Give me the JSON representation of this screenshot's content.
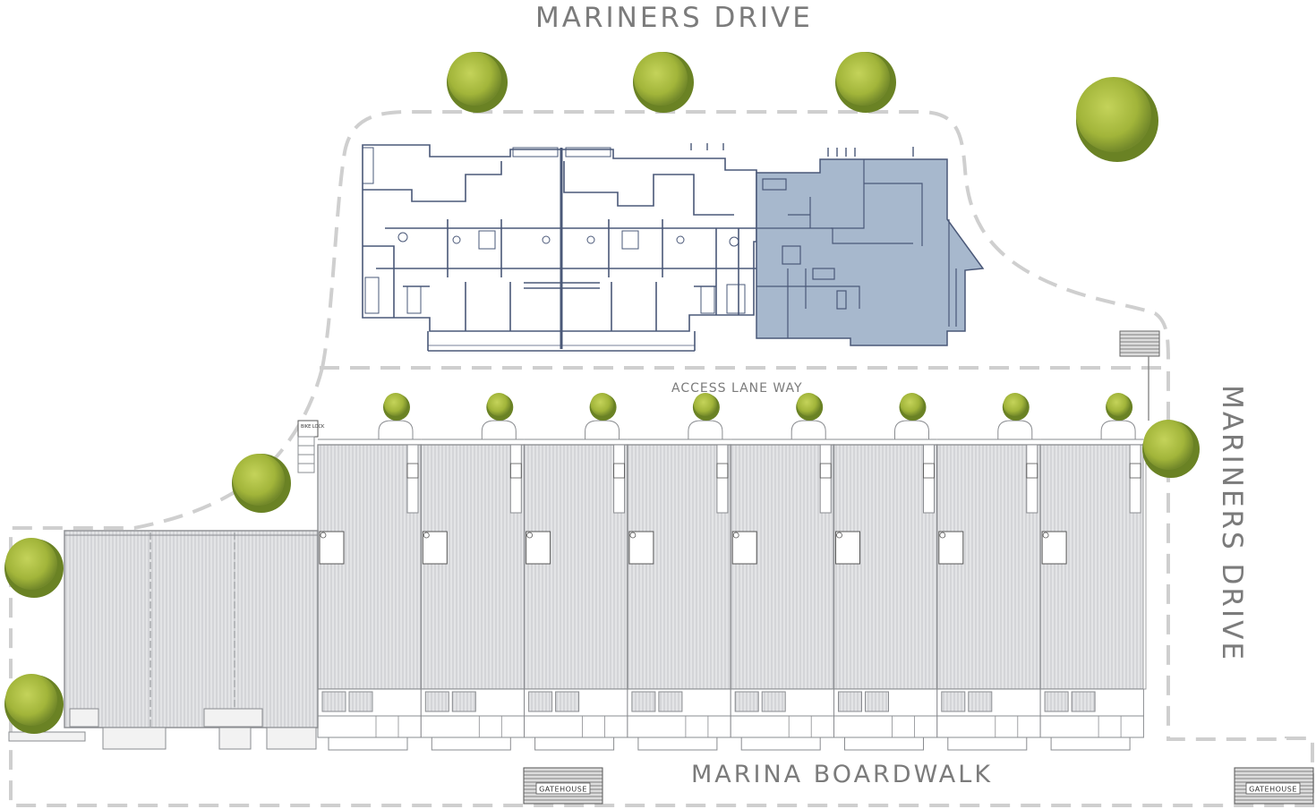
{
  "labels": {
    "street_top": "MARINERS DRIVE",
    "street_right": "MARINERS DRIVE",
    "street_bottom": "MARINA BOARDWALK",
    "lane": "ACCESS LANE WAY",
    "gatehouse_left": "GATEHOUSE",
    "gatehouse_right": "GATEHOUSE",
    "small_sign": "BIKE LOCK"
  },
  "colors": {
    "highlight_unit": "#a7b8cd",
    "roof_fill": "#e3e4e6",
    "roof_stroke": "#8a8c90",
    "plan_line": "#4a5878",
    "boundary_dash": "#cfcfcf",
    "tree_green": "#a6b83c",
    "tree_dark": "#5f7620",
    "label_gray": "#7b7b7b"
  }
}
